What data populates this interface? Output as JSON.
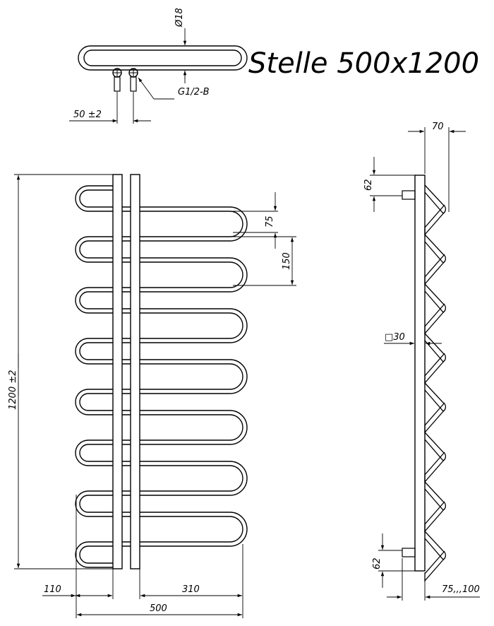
{
  "title": "Stelle 500x1200",
  "labels": {
    "pipe_diameter": "Ø18",
    "thread": "G1/2-B",
    "inlet_spacing": "50 ±2",
    "height": "1200 ±2",
    "loop_pitch": "75",
    "group_pitch": "150",
    "left_offset": "110",
    "right_offset": "310",
    "width": "500",
    "side_top": "62",
    "side_bottom": "62",
    "side_depth": "70",
    "profile": "□30",
    "wall_distance": "75,,,100"
  }
}
